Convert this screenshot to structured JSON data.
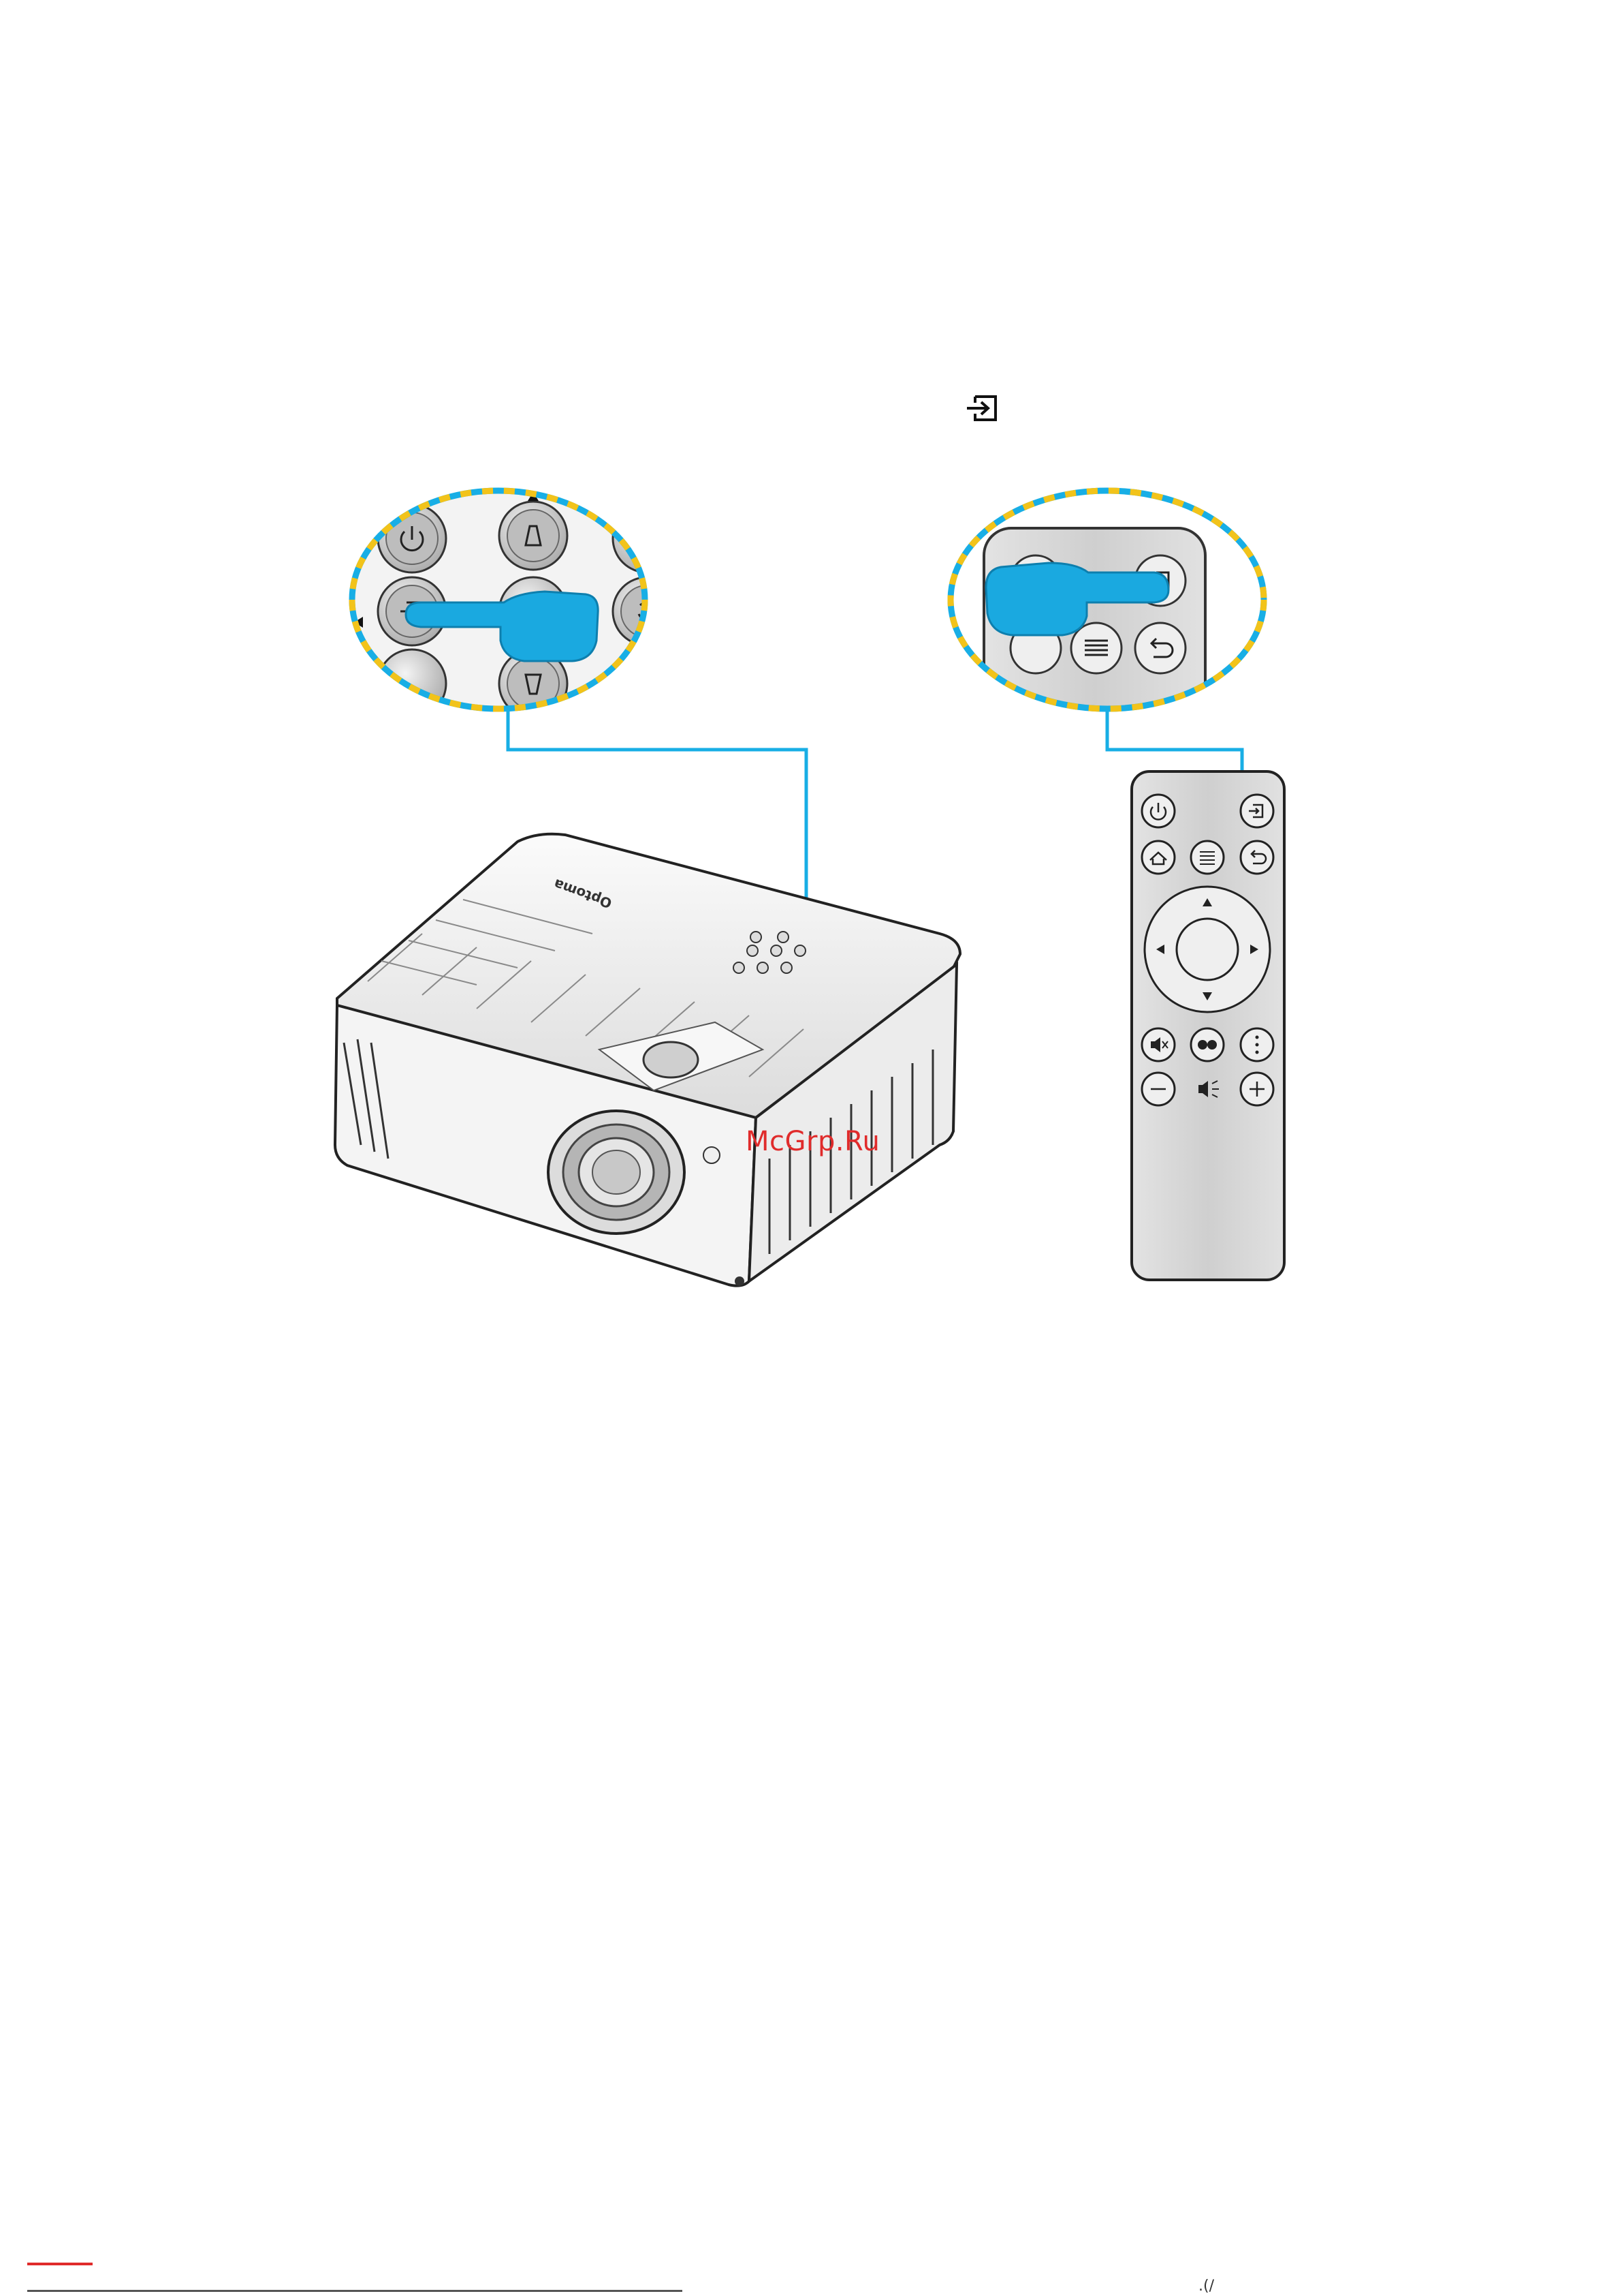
{
  "page": {
    "inline_icon": "input-source-icon",
    "watermark_text": "McGrp.Ru",
    "footer_glyph": ".(/"
  },
  "projector": {
    "brand_text": "Optoma",
    "keypad_icons": [
      "power-icon",
      "keystone-up-icon",
      "input-source-icon",
      "resync-icon",
      "keystone-down-icon"
    ]
  },
  "remote": {
    "buttons": [
      {
        "name": "power-button",
        "icon": "power-icon"
      },
      {
        "name": "input-button",
        "icon": "input-source-icon"
      },
      {
        "name": "home-button",
        "icon": "home-icon"
      },
      {
        "name": "menu-button",
        "icon": "menu-icon"
      },
      {
        "name": "back-button",
        "icon": "back-icon"
      },
      {
        "name": "up-button",
        "icon": "arrow-up-icon"
      },
      {
        "name": "down-button",
        "icon": "arrow-down-icon"
      },
      {
        "name": "left-button",
        "icon": "arrow-left-icon"
      },
      {
        "name": "right-button",
        "icon": "arrow-right-icon"
      },
      {
        "name": "ok-button",
        "icon": "ok-icon"
      },
      {
        "name": "mute-button",
        "icon": "mute-icon"
      },
      {
        "name": "mode-button",
        "icon": "mode-icon"
      },
      {
        "name": "options-button",
        "icon": "options-icon"
      },
      {
        "name": "volume-down-button",
        "icon": "minus-icon"
      },
      {
        "name": "volume-up-button",
        "icon": "plus-icon"
      }
    ]
  },
  "colors": {
    "accent": "#18aee5",
    "dashed_ring": "#f2c31a",
    "watermark": "#e02b2b",
    "remote_body": "#d9d9d9"
  }
}
